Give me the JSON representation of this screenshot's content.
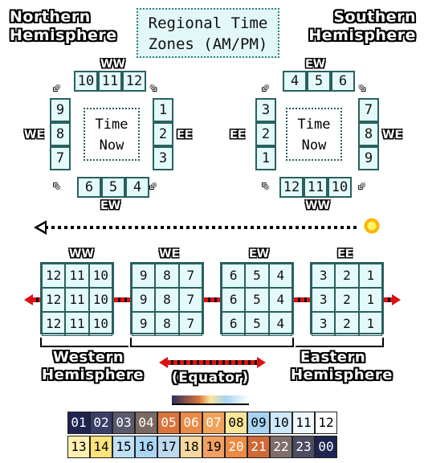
{
  "titles": {
    "northern": [
      "Northern",
      "Hemisphere"
    ],
    "southern": [
      "Southern",
      "Hemisphere"
    ],
    "main": [
      "Regional Time",
      "Zones (AM/PM)"
    ]
  },
  "clocks": {
    "north": {
      "top": [
        "10",
        "11",
        "12"
      ],
      "right": [
        "1",
        "2",
        "3"
      ],
      "bottom": [
        "6",
        "5",
        "4"
      ],
      "left": [
        "9",
        "8",
        "7"
      ],
      "center": [
        "Time",
        "Now"
      ],
      "labels": {
        "top": "WW",
        "right": "EE",
        "bottom": "EW",
        "left": "WE"
      }
    },
    "south": {
      "top": [
        "4",
        "5",
        "6"
      ],
      "right": [
        "7",
        "8",
        "9"
      ],
      "bottom": [
        "12",
        "11",
        "10"
      ],
      "left": [
        "3",
        "2",
        "1"
      ],
      "center": [
        "Time",
        "Now"
      ],
      "labels": {
        "top": "EW",
        "right": "WE",
        "bottom": "WW",
        "left": "EE"
      }
    }
  },
  "grids": [
    {
      "label": "WW",
      "rows": [
        [
          "12",
          "11",
          "10"
        ],
        [
          "12",
          "11",
          "10"
        ],
        [
          "12",
          "11",
          "10"
        ]
      ]
    },
    {
      "label": "WE",
      "rows": [
        [
          "9",
          "8",
          "7"
        ],
        [
          "9",
          "8",
          "7"
        ],
        [
          "9",
          "8",
          "7"
        ]
      ]
    },
    {
      "label": "EW",
      "rows": [
        [
          "6",
          "5",
          "4"
        ],
        [
          "6",
          "5",
          "4"
        ],
        [
          "6",
          "5",
          "4"
        ]
      ]
    },
    {
      "label": "EE",
      "rows": [
        [
          "3",
          "2",
          "1"
        ],
        [
          "3",
          "2",
          "1"
        ],
        [
          "3",
          "2",
          "1"
        ]
      ]
    }
  ],
  "bottom_labels": {
    "western": [
      "Western",
      "Hemisphere"
    ],
    "equator": "(Equator)",
    "eastern": [
      "Eastern",
      "Hemisphere"
    ]
  },
  "legend": {
    "row1": [
      {
        "text": "01",
        "color": "#1e2550",
        "fg": "#ffffff"
      },
      {
        "text": "02",
        "color": "#3a3f68",
        "fg": "#ffffff"
      },
      {
        "text": "03",
        "color": "#5a5a6e",
        "fg": "#ffffff"
      },
      {
        "text": "04",
        "color": "#7a6a62",
        "fg": "#ffffff"
      },
      {
        "text": "05",
        "color": "#d8743c",
        "fg": "#ffffff"
      },
      {
        "text": "06",
        "color": "#ec8a48",
        "fg": "#ffffff"
      },
      {
        "text": "07",
        "color": "#f2a35a",
        "fg": "#ffffff"
      },
      {
        "text": "08",
        "color": "#fbe59a",
        "fg": "#000000"
      },
      {
        "text": "09",
        "color": "#a8d4f2",
        "fg": "#000000"
      },
      {
        "text": "10",
        "color": "#cde8fb",
        "fg": "#000000"
      },
      {
        "text": "11",
        "color": "#eef8fe",
        "fg": "#000000"
      },
      {
        "text": "12",
        "color": "#ffffff",
        "fg": "#000000"
      }
    ],
    "row2": [
      {
        "text": "13",
        "color": "#fff0b0",
        "fg": "#000000"
      },
      {
        "text": "14",
        "color": "#ffe27a",
        "fg": "#000000"
      },
      {
        "text": "15",
        "color": "#bfe0f6",
        "fg": "#000000"
      },
      {
        "text": "16",
        "color": "#a9d6f4",
        "fg": "#000000"
      },
      {
        "text": "17",
        "color": "#bcd9ee",
        "fg": "#000000"
      },
      {
        "text": "18",
        "color": "#f6d79c",
        "fg": "#000000"
      },
      {
        "text": "19",
        "color": "#f2a062",
        "fg": "#000000"
      },
      {
        "text": "20",
        "color": "#ed8a44",
        "fg": "#ffffff"
      },
      {
        "text": "21",
        "color": "#cf6a38",
        "fg": "#ffffff"
      },
      {
        "text": "22",
        "color": "#7e6e6a",
        "fg": "#ffffff"
      },
      {
        "text": "23",
        "color": "#4c4c62",
        "fg": "#ffffff"
      },
      {
        "text": "00",
        "color": "#1e2550",
        "fg": "#ffffff"
      }
    ]
  }
}
